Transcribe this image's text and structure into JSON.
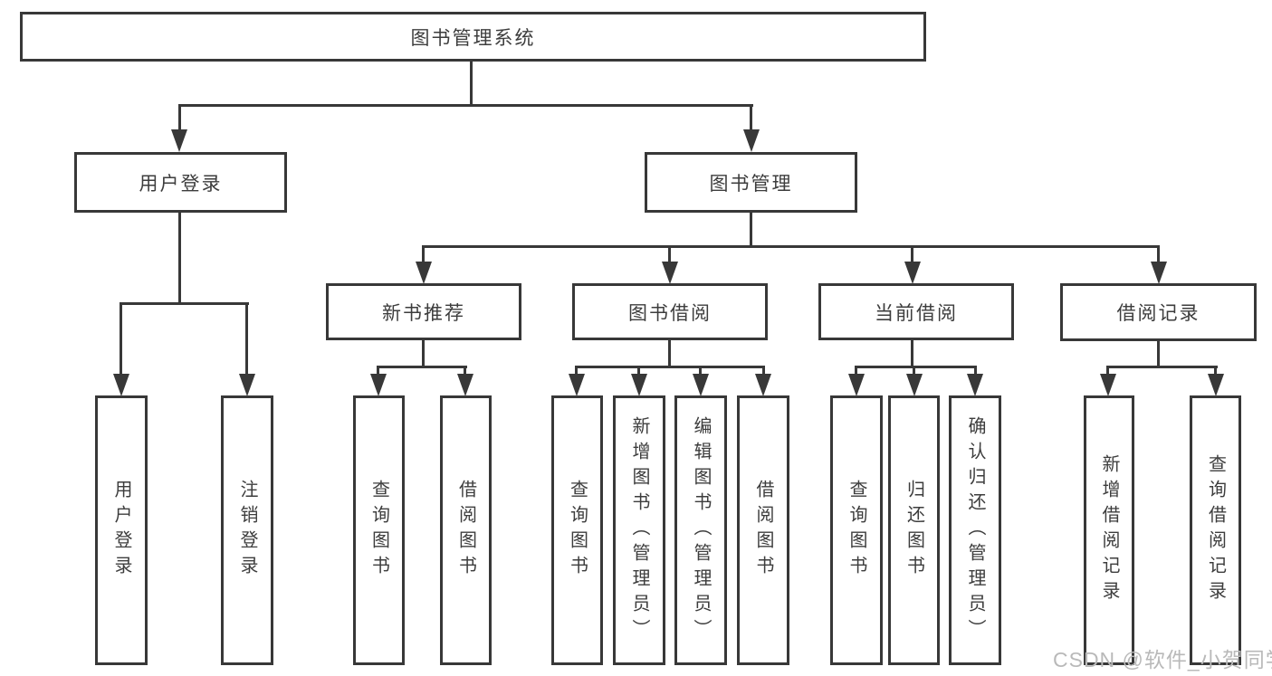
{
  "diagram": {
    "root": {
      "label": "图书管理系统"
    },
    "branches": [
      {
        "label": "用户登录",
        "children": [
          {
            "label": "用户登录"
          },
          {
            "label": "注销登录"
          }
        ]
      },
      {
        "label": "图书管理",
        "children": [
          {
            "label": "新书推荐",
            "children": [
              {
                "label": "查询图书"
              },
              {
                "label": "借阅图书"
              }
            ]
          },
          {
            "label": "图书借阅",
            "children": [
              {
                "label": "查询图书"
              },
              {
                "label": "新增图书（管理员）"
              },
              {
                "label": "编辑图书（管理员）"
              },
              {
                "label": "借阅图书"
              }
            ]
          },
          {
            "label": "当前借阅",
            "children": [
              {
                "label": "查询图书"
              },
              {
                "label": "归还图书"
              },
              {
                "label": "确认归还（管理员）"
              }
            ]
          },
          {
            "label": "借阅记录",
            "children": [
              {
                "label": "新增借阅记录"
              },
              {
                "label": "查询借阅记录"
              }
            ]
          }
        ]
      }
    ]
  },
  "watermark": {
    "text": "CSDN @软件_小贺同学"
  },
  "colors": {
    "line": "#383838",
    "text": "#3d3d3d",
    "watermark": "#b9b9b9",
    "background": "#ffffff"
  }
}
